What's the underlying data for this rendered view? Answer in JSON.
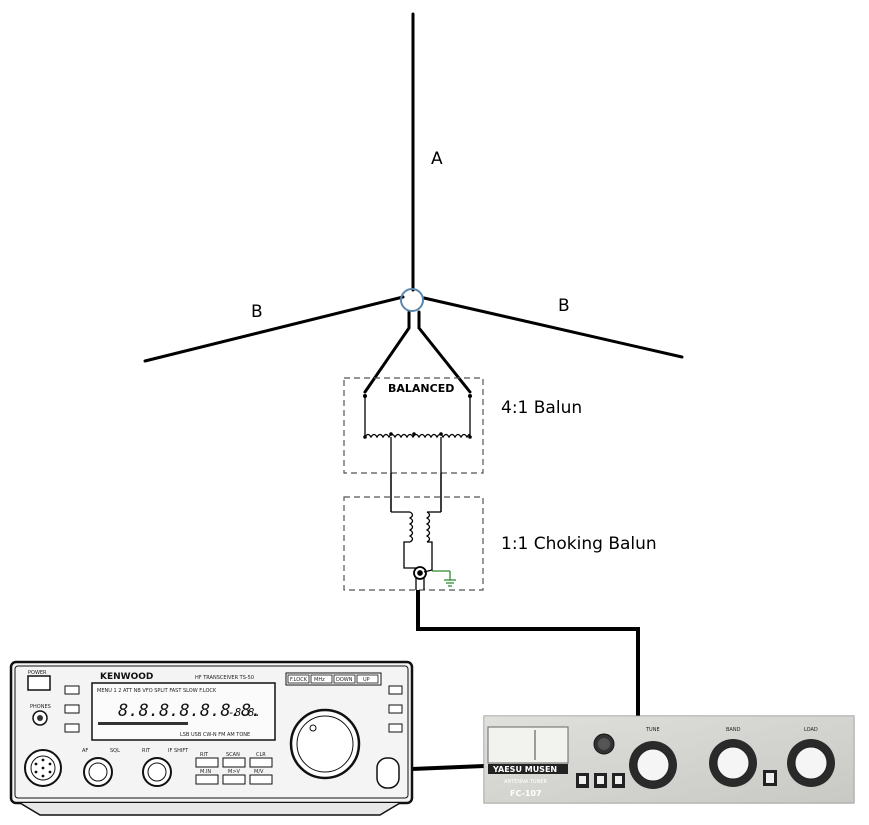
{
  "labels": {
    "radiator": "A",
    "radial_left": "B",
    "radial_right": "B",
    "balun_41": "4:1 Balun",
    "balun_choking": "1:1 Choking Balun",
    "balanced": "BALANCED"
  },
  "transceiver": {
    "brand": "KENWOOD",
    "model": "HF TRANSCEIVER TS-50",
    "power": "POWER",
    "phones": "PHONES",
    "display_digits": "8.8.8.8.8.8.8.",
    "rit_digits": "-8.8.",
    "menu_line": "MENU 1 2 ATT NB VFO SPLIT FAST SLOW F.LOCK",
    "mode_line": "LSB USB CW-N FM AM TONE",
    "buttons": [
      "F.LOCK",
      "MHz",
      "DOWN",
      "UP"
    ],
    "keys": [
      "RIT",
      "SCAN",
      "CLR",
      "M.IN",
      "M>V",
      "M/V"
    ],
    "knobs": [
      "AF",
      "SQL",
      "RIT",
      "IF SHIFT"
    ]
  },
  "tuner": {
    "brand": "YAESU MUSEN",
    "subtitle": "ANTENNA TUNER",
    "model": "FC-107",
    "knobs": [
      "TUNE",
      "BAND",
      "LOAD"
    ]
  },
  "colors": {
    "line": "#000000",
    "junction": "#5b86b0",
    "ground": "#2e8b2e",
    "dash": "#555555"
  }
}
